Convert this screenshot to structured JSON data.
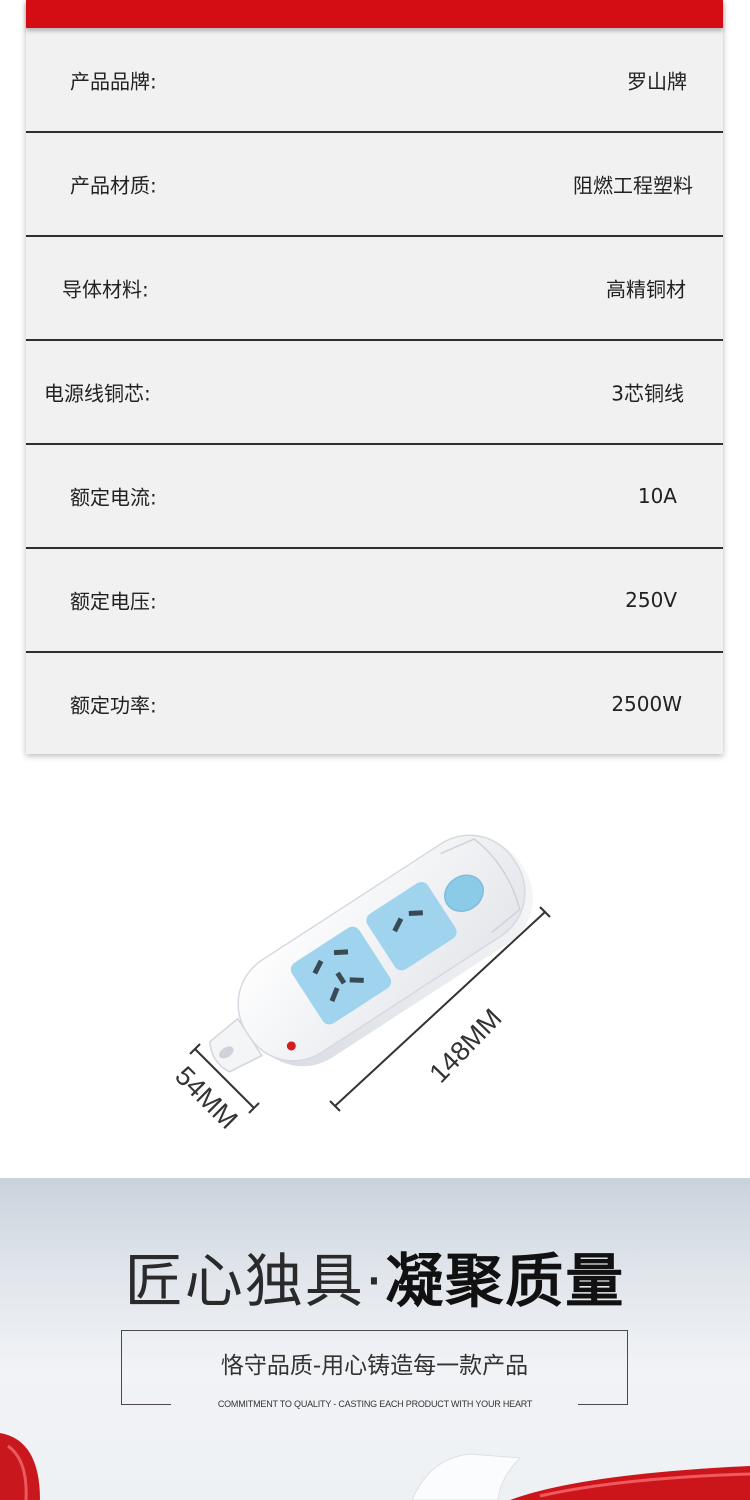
{
  "specs": [
    {
      "label": "产品品牌:",
      "value": "罗山牌"
    },
    {
      "label": "产品材质:",
      "value": "阻燃工程塑料"
    },
    {
      "label": "导体材料:",
      "value": "高精铜材"
    },
    {
      "label": "电源线铜芯:",
      "value": "3芯铜线"
    },
    {
      "label": "额定电流:",
      "value": "10A"
    },
    {
      "label": "额定电压:",
      "value": "250V"
    },
    {
      "label": "额定功率:",
      "value": "2500W"
    }
  ],
  "product": {
    "width_label": "54MM",
    "length_label": "148MM"
  },
  "banner": {
    "title_light": "匠心独具·",
    "title_bold": "凝聚质量",
    "subtitle": "恪守品质-用心铸造每一款产品",
    "subtitle_en": "COMMITMENT TO QUALITY - CASTING EACH PRODUCT WITH YOUR HEART"
  },
  "colors": {
    "accent_red": "#d40d14",
    "socket_blue": "#9fd3ee",
    "table_bg": "#f1f1f1"
  }
}
